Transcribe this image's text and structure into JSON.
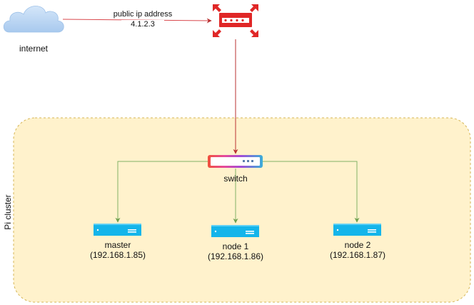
{
  "internet": {
    "label": "internet"
  },
  "wan_link": {
    "label_line1": "public ip address",
    "label_line2": "4.1.2.3"
  },
  "cluster": {
    "label": "Pi cluster"
  },
  "switch": {
    "label": "switch"
  },
  "nodes": [
    {
      "name": "master",
      "ip": "(192.168.1.85)"
    },
    {
      "name": "node 1",
      "ip": "(192.168.1.86)"
    },
    {
      "name": "node 2",
      "ip": "(192.168.1.87)"
    }
  ],
  "colors": {
    "cloud": "#b5d4f4",
    "router": "#e02727",
    "wan_edge": "#d9484d",
    "lan_edge": "#82b366",
    "cluster_fill": "#fff2cc",
    "cluster_border": "#d6b656",
    "server": "#14b5ea"
  }
}
